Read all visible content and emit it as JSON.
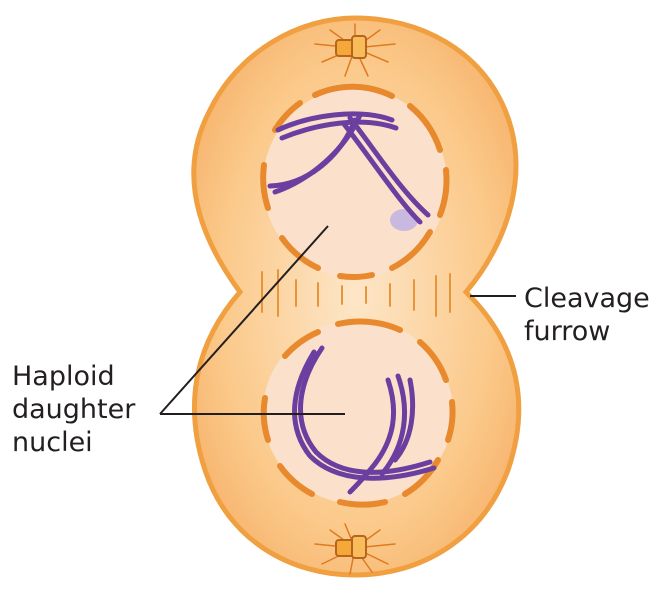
{
  "labels": {
    "cleavage_furrow": [
      "Cleavage",
      "furrow"
    ],
    "haploid_daughter_nuclei": [
      "Haploid",
      "daughter",
      "nuclei"
    ]
  },
  "colors": {
    "cell_outline": "#f0a040",
    "cytoplasm": "#fbc98a",
    "cytoplasm_edge": "#f6b26b",
    "nucleus_fill": "#fbe0cc",
    "nuclear_envelope": "#e8892d",
    "chromosome": "#6a3fa0",
    "centrosome": "#f4a83a",
    "label_text": "#231f20",
    "leader_line": "#231f20"
  },
  "icons": [
    "centrosome-top-icon",
    "centrosome-bottom-icon"
  ]
}
